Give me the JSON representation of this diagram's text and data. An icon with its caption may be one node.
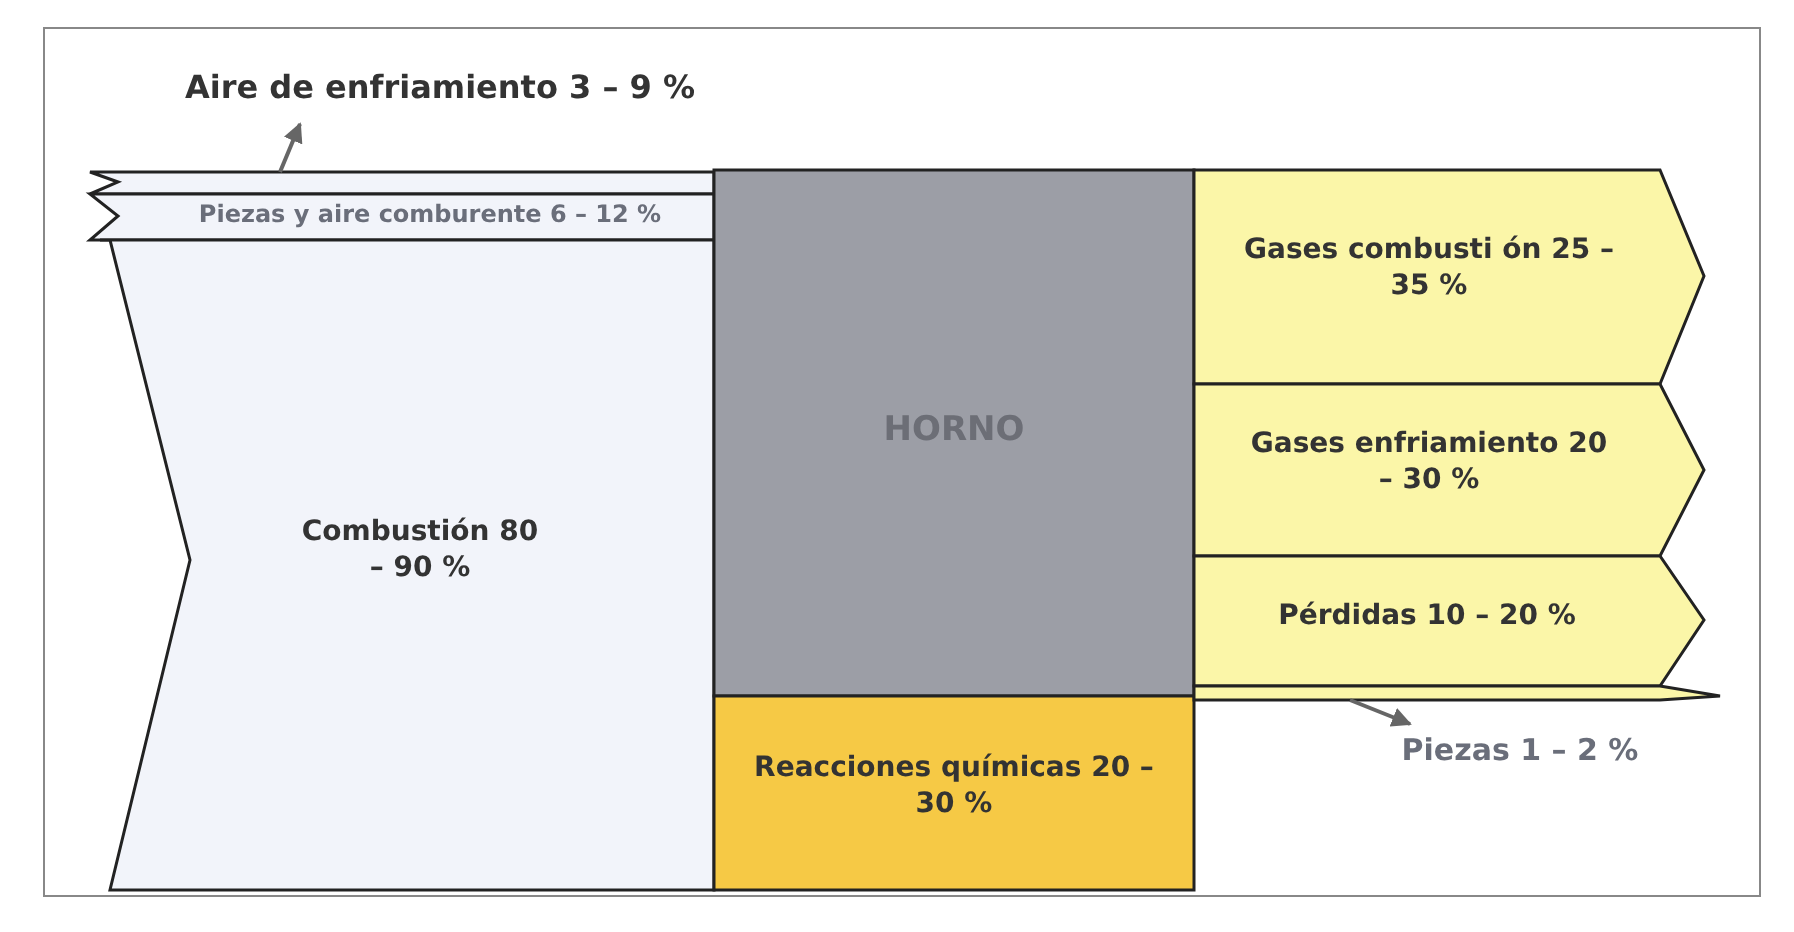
{
  "diagram": {
    "nodes": [
      {
        "text": [
          "Aire de enfriamiento 3 – 9 %"
        ]
      },
      {
        "text": [],
        "shape": "bar"
      },
      {
        "text": [
          "Piezas y aire comburente 6 – 12 %"
        ]
      },
      {
        "text": [
          "Combustión 80 – 90 %"
        ]
      },
      {
        "text": [
          "HORNO"
        ]
      },
      {
        "text": [
          "Reacciones químicas 20 – 30 %"
        ]
      },
      {
        "text": [
          "Gases combusti ón 25 – 35 %"
        ]
      },
      {
        "text": [
          "Gases enfriamiento 20 – 30 %"
        ]
      },
      {
        "text": [
          "Pérdidas 10 – 20 %"
        ]
      },
      {
        "text": [],
        "shape": "bar"
      },
      {
        "text": [
          "Piezas 1 – 2 %"
        ]
      }
    ],
    "edges": [
      {
        "from": 1,
        "to": 0,
        "arrow": "to"
      },
      {
        "from": 9,
        "to": 10,
        "arrow": "to"
      }
    ]
  }
}
